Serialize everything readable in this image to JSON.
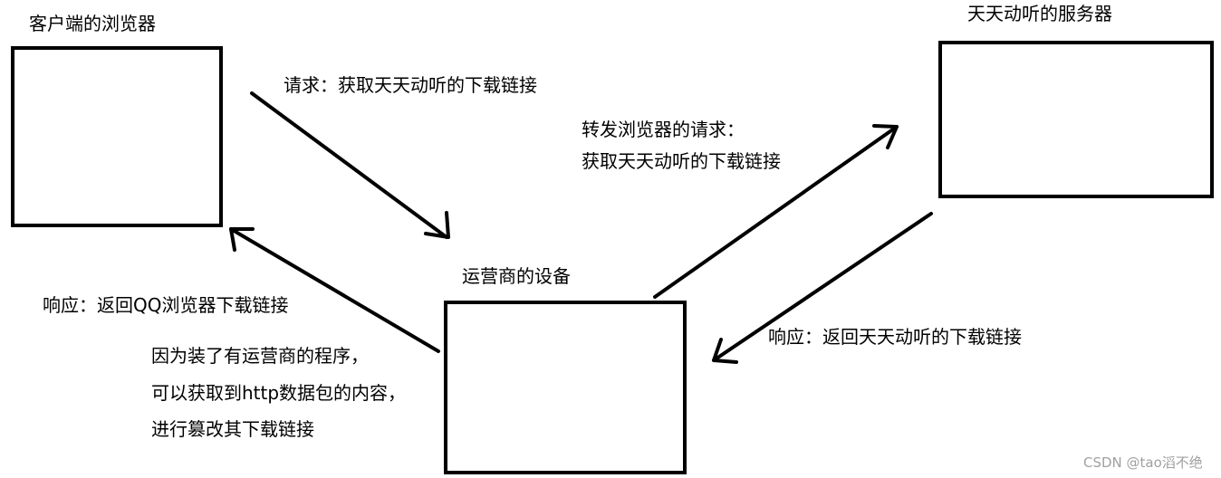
{
  "nodes": {
    "client": {
      "title": "客户端的浏览器"
    },
    "server": {
      "title": "天天动听的服务器"
    },
    "operator": {
      "title": "运营商的设备"
    }
  },
  "edges": {
    "request": {
      "label": "请求：获取天天动听的下载链接"
    },
    "forward": {
      "line1": "转发浏览器的请求：",
      "line2": "获取天天动听的下载链接"
    },
    "server_response": {
      "label": "响应：返回天天动听的下载链接"
    },
    "client_response": {
      "label": "响应：返回QQ浏览器下载链接"
    }
  },
  "note": {
    "line1": "因为装了有运营商的程序，",
    "line2": "可以获取到http数据包的内容，",
    "line3": "进行篡改其下载链接"
  },
  "watermark": "CSDN @tao滔不绝"
}
